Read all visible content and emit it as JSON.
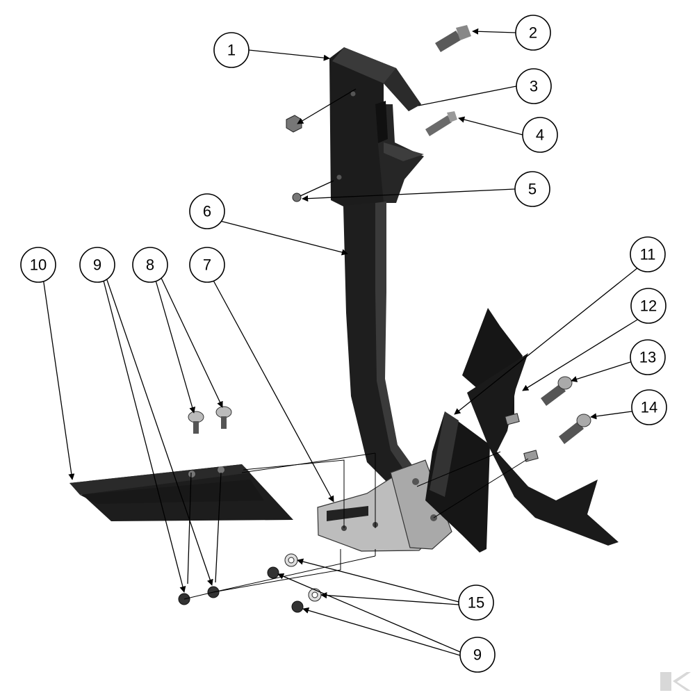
{
  "diagram": {
    "colors": {
      "part_dark": "#1c1c1c",
      "part_mid": "#2e2e2e",
      "part_light": "#4a4a4a",
      "plate_grey": "#bdbdbd",
      "hardware_grey": "#9c9c9c",
      "watermark": "#c8c8c8"
    },
    "callouts": [
      {
        "id": "c1",
        "label": "1"
      },
      {
        "id": "c2",
        "label": "2"
      },
      {
        "id": "c3",
        "label": "3"
      },
      {
        "id": "c4",
        "label": "4"
      },
      {
        "id": "c5",
        "label": "5"
      },
      {
        "id": "c6",
        "label": "6"
      },
      {
        "id": "c7",
        "label": "7"
      },
      {
        "id": "c8",
        "label": "8"
      },
      {
        "id": "c9a",
        "label": "9"
      },
      {
        "id": "c10",
        "label": "10"
      },
      {
        "id": "c11",
        "label": "11"
      },
      {
        "id": "c12",
        "label": "12"
      },
      {
        "id": "c13",
        "label": "13"
      },
      {
        "id": "c14",
        "label": "14"
      },
      {
        "id": "c15",
        "label": "15"
      },
      {
        "id": "c9b",
        "label": "9"
      }
    ],
    "watermark_icon": "brand-logo-icon"
  }
}
